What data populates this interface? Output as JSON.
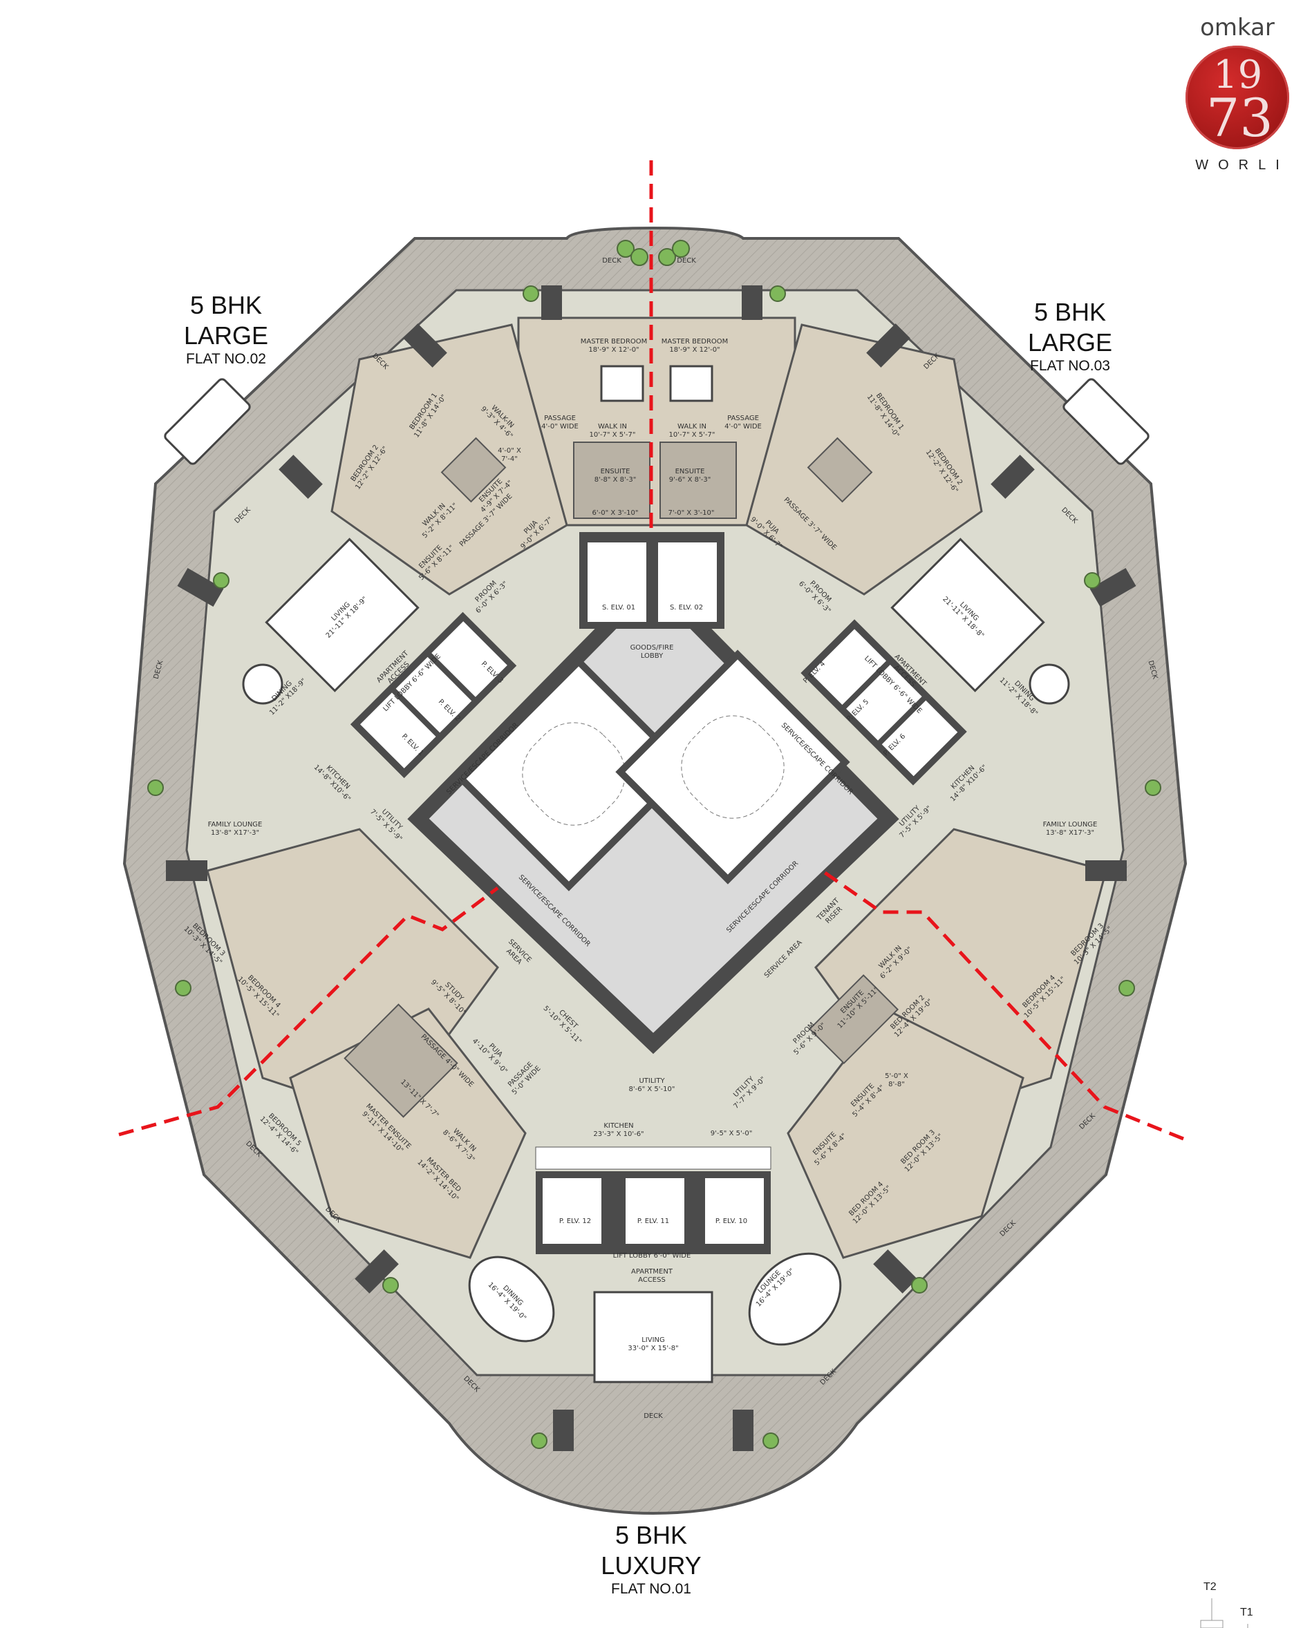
{
  "logo": {
    "brand": "omkar",
    "number_top": "19",
    "number_bottom": "73",
    "location": "WORLI"
  },
  "flats": {
    "flat02": {
      "type": "5 BHK",
      "variant": "LARGE",
      "number": "FLAT NO.02"
    },
    "flat03": {
      "type": "5 BHK",
      "variant": "LARGE",
      "number": "FLAT NO.03"
    },
    "flat01": {
      "type": "5 BHK",
      "variant": "LUXURY",
      "number": "FLAT NO.01"
    }
  },
  "key_plan": {
    "tower2": "T2",
    "tower1": "T1"
  },
  "colors": {
    "divider": "#e8141b",
    "wall": "#4b4b4b",
    "deck": "#bdb9b1",
    "floor": "#dcdcd0",
    "bedroom_floor": "#d8d0bf",
    "wet_area": "#b9b2a5",
    "core": "#dadada",
    "plant": "#7fb85a"
  },
  "rooms": {
    "t_deck_l": {
      "name": "DECK"
    },
    "t_deck_r": {
      "name": "DECK"
    },
    "t_mb_l": {
      "name": "MASTER BEDROOM",
      "size": "18'-9\" X 12'-0\""
    },
    "t_mb_r": {
      "name": "MASTER BEDROOM",
      "size": "18'-9\" X 12'-0\""
    },
    "t_wi_l": {
      "name": "WALK IN",
      "size": "10'-7\" X 5'-7\""
    },
    "t_wi_r": {
      "name": "WALK IN",
      "size": "10'-7\" X 5'-7\""
    },
    "t_en_l": {
      "name": "ENSUITE",
      "size": "8'-8\" X 8'-3\""
    },
    "t_en_r": {
      "name": "ENSUITE",
      "size": "9'-6\" X 8'-3\""
    },
    "t_sh_l": {
      "name": "6'-0\" X 3'-10\""
    },
    "t_sh_r": {
      "name": "7'-0\" X 3'-10\""
    },
    "t_pa_l": {
      "name": "PASSAGE",
      "size": "4'-0\" WIDE"
    },
    "t_pa_r": {
      "name": "PASSAGE",
      "size": "4'-0\" WIDE"
    },
    "selv1": {
      "name": "S. ELV. 01"
    },
    "selv2": {
      "name": "S. ELV. 02"
    },
    "goods": {
      "name": "GOODS/FIRE",
      "size": "LOBBY"
    },
    "l_puja": {
      "name": "PUJA",
      "size": "9'-0\" X 6'-7\""
    },
    "r_puja": {
      "name": "PUJA",
      "size": "9'-0\" X 6'-7\""
    },
    "l_pass": {
      "name": "PASSAGE 3'-7\" WIDE"
    },
    "r_pass": {
      "name": "PASSAGE 3'-7\" WIDE"
    },
    "l_proom": {
      "name": "P.ROOM",
      "size": "6'-0\" X 6'-3\""
    },
    "r_proom": {
      "name": "P.ROOM",
      "size": "6'-0\" X 6'-3\""
    },
    "l_bed1": {
      "name": "BEDROOM 1",
      "size": "11'-8\" X 14'-0\""
    },
    "l_bed2": {
      "name": "BEDROOM 2",
      "size": "12'-2\" X 12'-6\""
    },
    "l_walkin1": {
      "name": "WALK-IN",
      "size": "9'-3\" X 4'-6\""
    },
    "l_small": {
      "name": "4'-0\" X",
      "size": "7'-4\""
    },
    "l_ens1": {
      "name": "ENSUITE",
      "size": "4'-9\" X 7'-4\""
    },
    "l_walkin2": {
      "name": "WALK IN",
      "size": "5'-2\" X 8'-11\""
    },
    "l_ens2": {
      "name": "ENSUITE",
      "size": "5'-6\" X 8'-11\""
    },
    "l_deck1": {
      "name": "DECK"
    },
    "l_deck2": {
      "name": "DECK"
    },
    "l_deck3": {
      "name": "DECK"
    },
    "l_living": {
      "name": "LIVING",
      "size": "21'-11\" X 18'-9\""
    },
    "l_access": {
      "name": "APARTMENT",
      "size": "ACCESS"
    },
    "l_lobby": {
      "name": "LIFT LOBBY 6'-6\" WIDE"
    },
    "l_dining": {
      "name": "DINING",
      "size": "11'-2\" X18'-9\""
    },
    "pelv1": {
      "name": "P. ELV. 1"
    },
    "pelv2": {
      "name": "P. ELV. 2"
    },
    "pelv3": {
      "name": "P. ELV. 3"
    },
    "l_kitchen": {
      "name": "KITCHEN",
      "size": "14'-8\" X10'-6\""
    },
    "l_corr": {
      "name": "SERVICE/ESCAPE CORRIDOR"
    },
    "l_family": {
      "name": "FAMILY LOUNGE",
      "size": "13'-8\" X17'-3\""
    },
    "l_utility": {
      "name": "UTILITY",
      "size": "7'-5\" X 5'-9\""
    },
    "r_bed1": {
      "name": "BEDROOM 1",
      "size": "11'-8\" X 14'-0\""
    },
    "r_bed2": {
      "name": "BEDROOM 2",
      "size": "12'-2\" X 12'-6\""
    },
    "r_deck1": {
      "name": "DECK"
    },
    "r_deck2": {
      "name": "DECK"
    },
    "r_deck3": {
      "name": "DECK"
    },
    "r_living": {
      "name": "LIVING",
      "size": "21'-11\" X 18'-8\""
    },
    "r_access": {
      "name": "APARTMENT",
      "size": "ACCESS"
    },
    "r_lobby": {
      "name": "LIFT LOBBY 6'-6\" WIDE"
    },
    "r_dining": {
      "name": "DINING",
      "size": "11'-2\" X 18'-8\""
    },
    "pelv4": {
      "name": "P. ELV. 4"
    },
    "pelv5": {
      "name": "P. ELV. 5"
    },
    "pelv6": {
      "name": "P. ELV. 6"
    },
    "r_kitchen": {
      "name": "KITCHEN",
      "size": "14'-8\" X10'-6\""
    },
    "r_corr": {
      "name": "SERVICE/ESCAPE CORRIDOR"
    },
    "r_family": {
      "name": "FAMILY LOUNGE",
      "size": "13'-8\" X17'-3\""
    },
    "r_utility": {
      "name": "UTILITY",
      "size": "7'-5\" X 5'-9\""
    },
    "b_corr_l": {
      "name": "SERVICE/ESCAPE CORRIDOR"
    },
    "b_corr_r": {
      "name": "SERVICE/ESCAPE CORRIDOR"
    },
    "b_serv_l": {
      "name": "SERVICE",
      "size": "AREA"
    },
    "b_serv_r": {
      "name": "SERVICE AREA"
    },
    "b_riser": {
      "name": "TENANT",
      "size": "RISER"
    },
    "l_bed3": {
      "name": "BEDROOM 3",
      "size": "10'-3\" X 14'-5\""
    },
    "l_bed4": {
      "name": "BEDROOM 4",
      "size": "10'-5\" X 15'-11\""
    },
    "r_bed3": {
      "name": "BEDROOM 3",
      "size": "10'-3\" X 14'-5\""
    },
    "r_bed4": {
      "name": "BEDROOM 4",
      "size": "10'-5\" X 15'-11\""
    },
    "b_bed5": {
      "name": "BEDROOM 5",
      "size": "12'-4\" X 14'-6\""
    },
    "b_mens": {
      "name": "MASTER ENSUITE",
      "size": "9'-11\" X 14'-10\""
    },
    "b_dress": {
      "name": "13'-11\" X 7'-7\""
    },
    "b_mwalk": {
      "name": "WALK IN",
      "size": "8'-6\" X 7'-3\""
    },
    "b_mbed": {
      "name": "MASTER BED",
      "size": "14'-2\" X 14'-10\""
    },
    "b_pass4": {
      "name": "PASSAGE 4'-0\" WIDE"
    },
    "b_puja": {
      "name": "PUJA",
      "size": "4'-10\" X 9'-0\""
    },
    "b_pass5": {
      "name": "PASSAGE",
      "size": "5'-0\" WIDE"
    },
    "b_study": {
      "name": "STUDY",
      "size": "9'-5\" X 8'-10\""
    },
    "b_chest": {
      "name": "CHEST",
      "size": "5'-10\" X 5'-11\""
    },
    "b_utility": {
      "name": "UTILITY",
      "size": "8'-6\" X 5'-10\""
    },
    "b_utility2": {
      "name": "UTILITY",
      "size": "7'-7\" X 9'-0\""
    },
    "b_kitchen": {
      "name": "KITCHEN",
      "size": "23'-3\" X 10'-6\""
    },
    "b_store": {
      "name": "9'-5\" X 5'-0\""
    },
    "pelv12": {
      "name": "P. ELV. 12"
    },
    "pelv11": {
      "name": "P. ELV. 11"
    },
    "pelv10": {
      "name": "P. ELV. 10"
    },
    "b_lobby": {
      "name": "LIFT LOBBY 6'-0\" WIDE"
    },
    "b_access": {
      "name": "APARTMENT",
      "size": "ACCESS"
    },
    "b_dining": {
      "name": "DINING",
      "size": "16'-4\" X 19'-0\""
    },
    "b_lounge": {
      "name": "LOUNGE",
      "size": "16'-4\" X 19'-0\""
    },
    "b_living": {
      "name": "LIVING",
      "size": "33'-0\" X 15'-8\""
    },
    "b_deck1": {
      "name": "DECK"
    },
    "b_deck2": {
      "name": "DECK"
    },
    "b_deck3": {
      "name": "DECK"
    },
    "b_deck4": {
      "name": "DECK"
    },
    "b_deck5": {
      "name": "DECK"
    },
    "b_deck6": {
      "name": "DECK"
    },
    "b_deck7": {
      "name": "DECK"
    },
    "br_bed2": {
      "name": "BED ROOM 2",
      "size": "12'-4\" X 19'-0\""
    },
    "br_ens1": {
      "name": "ENSUITE",
      "size": "11'-10\" X 5'-11\""
    },
    "br_proom": {
      "name": "P.ROOM",
      "size": "5'-6\" X 9'-0\""
    },
    "br_walk": {
      "name": "WALK IN",
      "size": "6'-2\" X 9'-0\""
    },
    "br_small": {
      "name": "5'-0\" X",
      "size": "8'-8\""
    },
    "br_ens2": {
      "name": "ENSUITE",
      "size": "5'-4\" X 8'-4\""
    },
    "br_ens3": {
      "name": "ENSUITE",
      "size": "5'-6\" X 8'-4\""
    },
    "br_bed3": {
      "name": "BED ROOM 3",
      "size": "12'-0\" X 13'-5\""
    },
    "br_bed4": {
      "name": "BED ROOM 4",
      "size": "12'-0\" X 13'-5\""
    }
  }
}
